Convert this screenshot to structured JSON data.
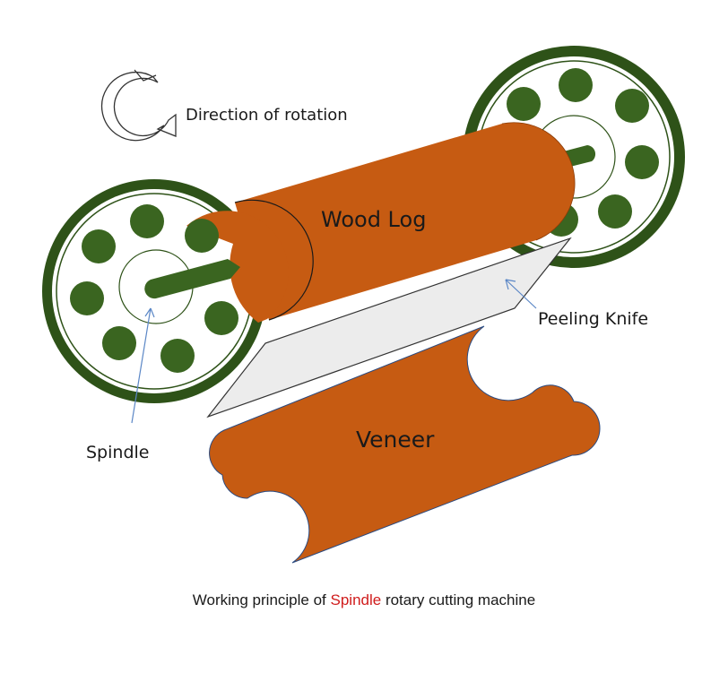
{
  "labels": {
    "rotation": "Direction of rotation",
    "log": "Wood Log",
    "knife": "Peeling Knife",
    "veneer": "Veneer",
    "spindle": "Spindle"
  },
  "caption": {
    "before": "Working principle of ",
    "highlight": "Spindle",
    "after": " rotary cutting machine"
  },
  "colors": {
    "wood": "#c65b12",
    "wheel": "#2e5218",
    "bolt": "#3a6520",
    "knife": "#ececec",
    "arrow": "#5b87c6",
    "highlight": "#d01c1c"
  }
}
